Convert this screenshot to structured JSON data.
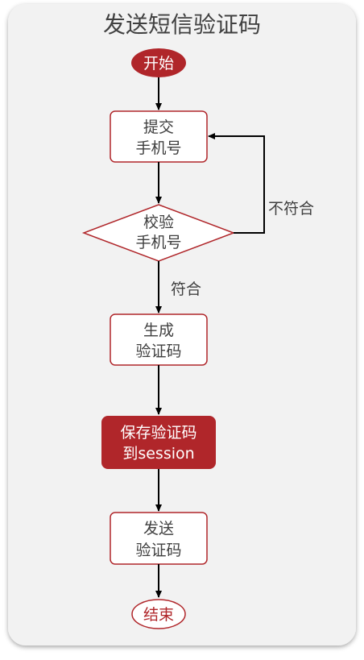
{
  "title": "发送短信验证码",
  "nodes": {
    "start": "开始",
    "submit": [
      "提交",
      "手机号"
    ],
    "validate": [
      "校验",
      "手机号"
    ],
    "generate": [
      "生成",
      "验证码"
    ],
    "save": [
      "保存验证码",
      "到session"
    ],
    "send": [
      "发送",
      "验证码"
    ],
    "end": "结束"
  },
  "edge_labels": {
    "invalid": "不符合",
    "valid": "符合"
  },
  "colors": {
    "accent": "#b0262a",
    "panel": "#f2f2f2",
    "text": "#404040",
    "arrow": "#000000"
  }
}
